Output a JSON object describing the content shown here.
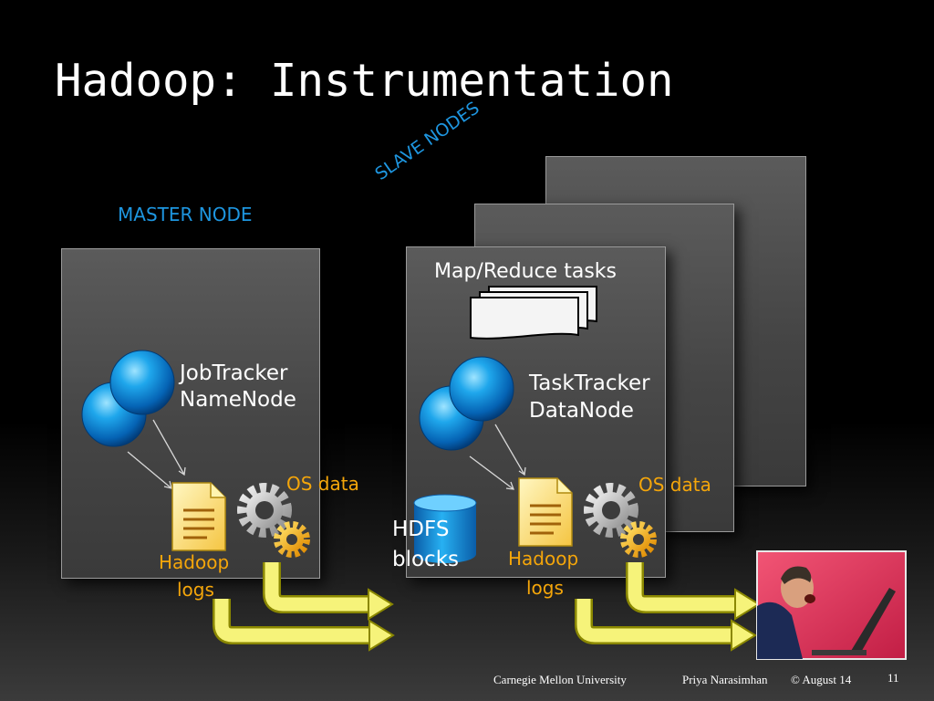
{
  "slide": {
    "title": "Hadoop: Instrumentation",
    "master_label": "MASTER NODE",
    "slave_label": "SLAVE NODES",
    "master": {
      "service_line1": "JobTracker",
      "service_line2": "NameNode",
      "os_data": "OS data",
      "logs_line1": "Hadoop",
      "logs_line2": "logs"
    },
    "slave": {
      "tasks": "Map/Reduce tasks",
      "service_line1": "TaskTracker",
      "service_line2": "DataNode",
      "os_data": "OS data",
      "hdfs_line1": "HDFS",
      "hdfs_line2": "blocks",
      "logs_line1": "Hadoop",
      "logs_line2": "logs"
    },
    "footer": {
      "university": "Carnegie Mellon University",
      "author": "Priya Narasimhan",
      "date": "© August 14",
      "page": "11"
    }
  },
  "colors": {
    "accent_blue": "#1e96e0",
    "orange": "#f5a60a",
    "arrow_yellow": "#f6f37a"
  }
}
